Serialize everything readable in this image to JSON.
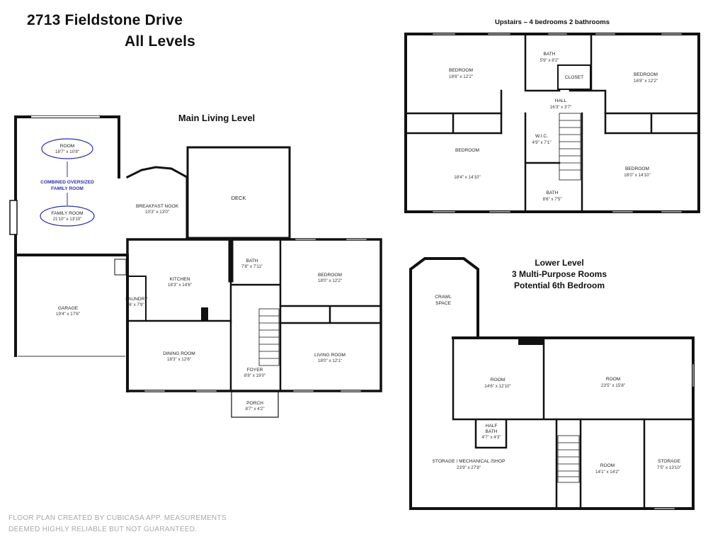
{
  "header": {
    "address": "2713 Fieldstone Drive",
    "subtitle": "All Levels"
  },
  "levels": {
    "main": "Main Living Level",
    "upstairs": "Upstairs – 4 bedrooms 2 bathrooms",
    "lower_line1": "Lower Level",
    "lower_line2": "3 Multi-Purpose Rooms",
    "lower_line3": "Potential 6th Bedroom"
  },
  "main_rooms": {
    "room": {
      "name": "ROOM",
      "dims": "18'7\" x 10'8\""
    },
    "combined1": "COMBINED OVERSIZED",
    "combined2": "FAMILY ROOM",
    "family": {
      "name": "FAMILY ROOM",
      "dims": "21'10\" x 13'10\""
    },
    "garage": {
      "name": "GARAGE",
      "dims": "19'4\" x 17'6\""
    },
    "breakfast": {
      "name": "BREAKFAST NOOK",
      "dims": "10'3\" x 13'0\""
    },
    "deck": {
      "name": "DECK"
    },
    "kitchen": {
      "name": "KITCHEN",
      "dims": "18'3\" x 14'6\""
    },
    "laundry": {
      "name": "LAUNDRY",
      "dims": "6' x 7'9\""
    },
    "bath": {
      "name": "BATH",
      "dims": "7'8\" x 7'11\""
    },
    "bedroom": {
      "name": "BEDROOM",
      "dims": "18'0\" x 12'2\""
    },
    "dining": {
      "name": "DINING ROOM",
      "dims": "18'3\" x 12'6\""
    },
    "foyer": {
      "name": "FOYER",
      "dims": "8'8\" x 19'0\""
    },
    "living": {
      "name": "LIVING ROOM",
      "dims": "18'0\" x 12'1\""
    },
    "porch": {
      "name": "PORCH",
      "dims": "8'7\" x 4'2\""
    }
  },
  "upstairs_rooms": {
    "bed_tl": {
      "name": "BEDROOM",
      "dims": "18'6\" x 12'2\""
    },
    "bath_top": {
      "name": "BATH",
      "dims": "5'9\" x 8'2\""
    },
    "closet": {
      "name": "CLOSET"
    },
    "bed_tr": {
      "name": "BEDROOM",
      "dims": "16'8\" x 12'2\""
    },
    "hall": {
      "name": "HALL",
      "dims": "16'3\" x 3'7\""
    },
    "bed_bl": {
      "name": "BEDROOM",
      "dims": "18'4\" x 14'10\""
    },
    "wic": {
      "name": "W.I.C.",
      "dims": "4'9\" x 7'1\""
    },
    "bed_br": {
      "name": "BEDROOM",
      "dims": "18'0\" x 14'10\""
    },
    "bath_bottom": {
      "name": "BATH",
      "dims": "8'6\" x 7'5\""
    }
  },
  "lower_rooms": {
    "crawl1": "CRAWL",
    "crawl2": "SPACE",
    "room_a": {
      "name": "ROOM",
      "dims": "14'6\" x 12'10\""
    },
    "room_b": {
      "name": "ROOM",
      "dims": "23'5\" x 15'8\""
    },
    "half1": "HALF",
    "half2": "BATH",
    "half_dims": "4'7\" x 4'3\"",
    "storage_mech": {
      "name": "STORAGE / MECHANICAL /SHOP",
      "dims": "23'9\" x 27'8\""
    },
    "room_c": {
      "name": "ROOM",
      "dims": "14'1\" x 14'2\""
    },
    "storage": {
      "name": "STORAGE",
      "dims": "7'5\" x 13'10\""
    }
  },
  "footer": {
    "line1": "FLOOR PLAN CREATED BY CUBICASA APP. MEASUREMENTS",
    "line2": "DEEMED HIGHLY RELIABLE BUT NOT GUARANTEED."
  },
  "colors": {
    "wall": "#111111",
    "accent_blue": "#2b2fa8",
    "footer_gray": "#a8a8a8"
  }
}
